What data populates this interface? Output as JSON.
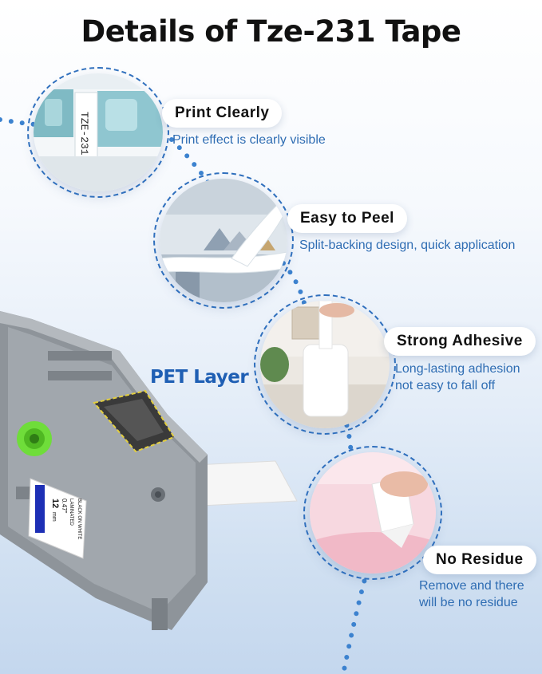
{
  "title": "Details of Tze-231 Tape",
  "features": [
    {
      "label": "Print Clearly",
      "desc": [
        "Print effect is clearly visible"
      ]
    },
    {
      "label": "Easy to Peel",
      "desc": [
        "Split-backing design, quick application"
      ]
    },
    {
      "label": "Strong Adhesive",
      "desc": [
        "Long-lasting adhesion",
        "not easy to fall off"
      ]
    },
    {
      "label": "No Residue",
      "desc": [
        "Remove and there",
        "will be no residue"
      ]
    }
  ],
  "callout": "PET Layer",
  "printed_tape_text": "TZE-231",
  "cartridge_label": {
    "width": "12",
    "unit": "mm",
    "inch": "0.47\"",
    "laminated": "LAMINATED",
    "colors": "BLACK ON WHITE"
  },
  "colors": {
    "accent": "#2f6fbd",
    "callout": "#1f5fb4",
    "description": "#2f6db3",
    "spool": "#6fdd3a",
    "cartridge": "#8e949a"
  }
}
